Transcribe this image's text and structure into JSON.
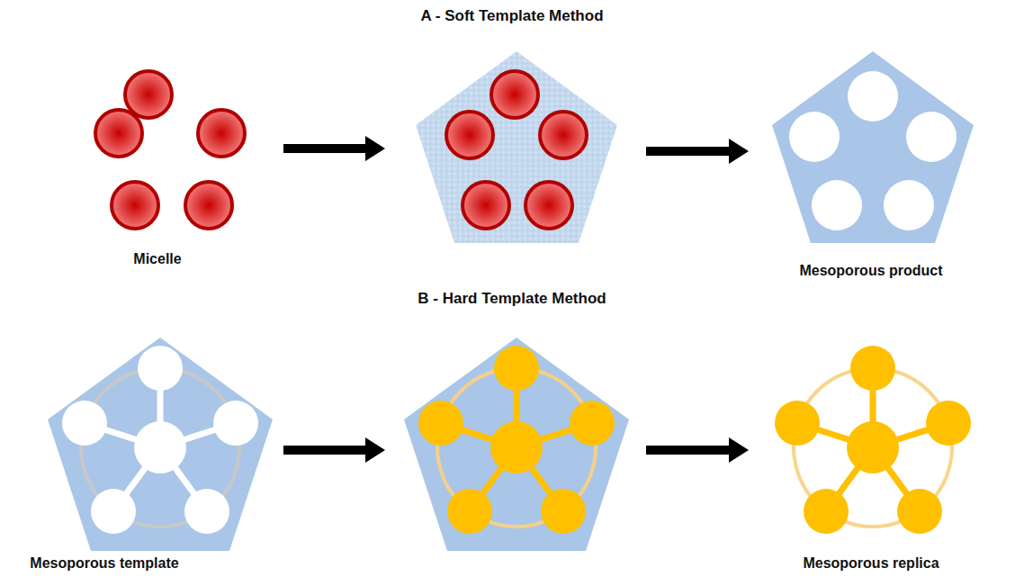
{
  "diagram": {
    "labels": [
      "A - Soft Template Method",
      "Micelle",
      "Mesoporous product",
      "B - Hard Template Method",
      "Mesoporous template",
      "Mesoporous replica"
    ]
  }
}
